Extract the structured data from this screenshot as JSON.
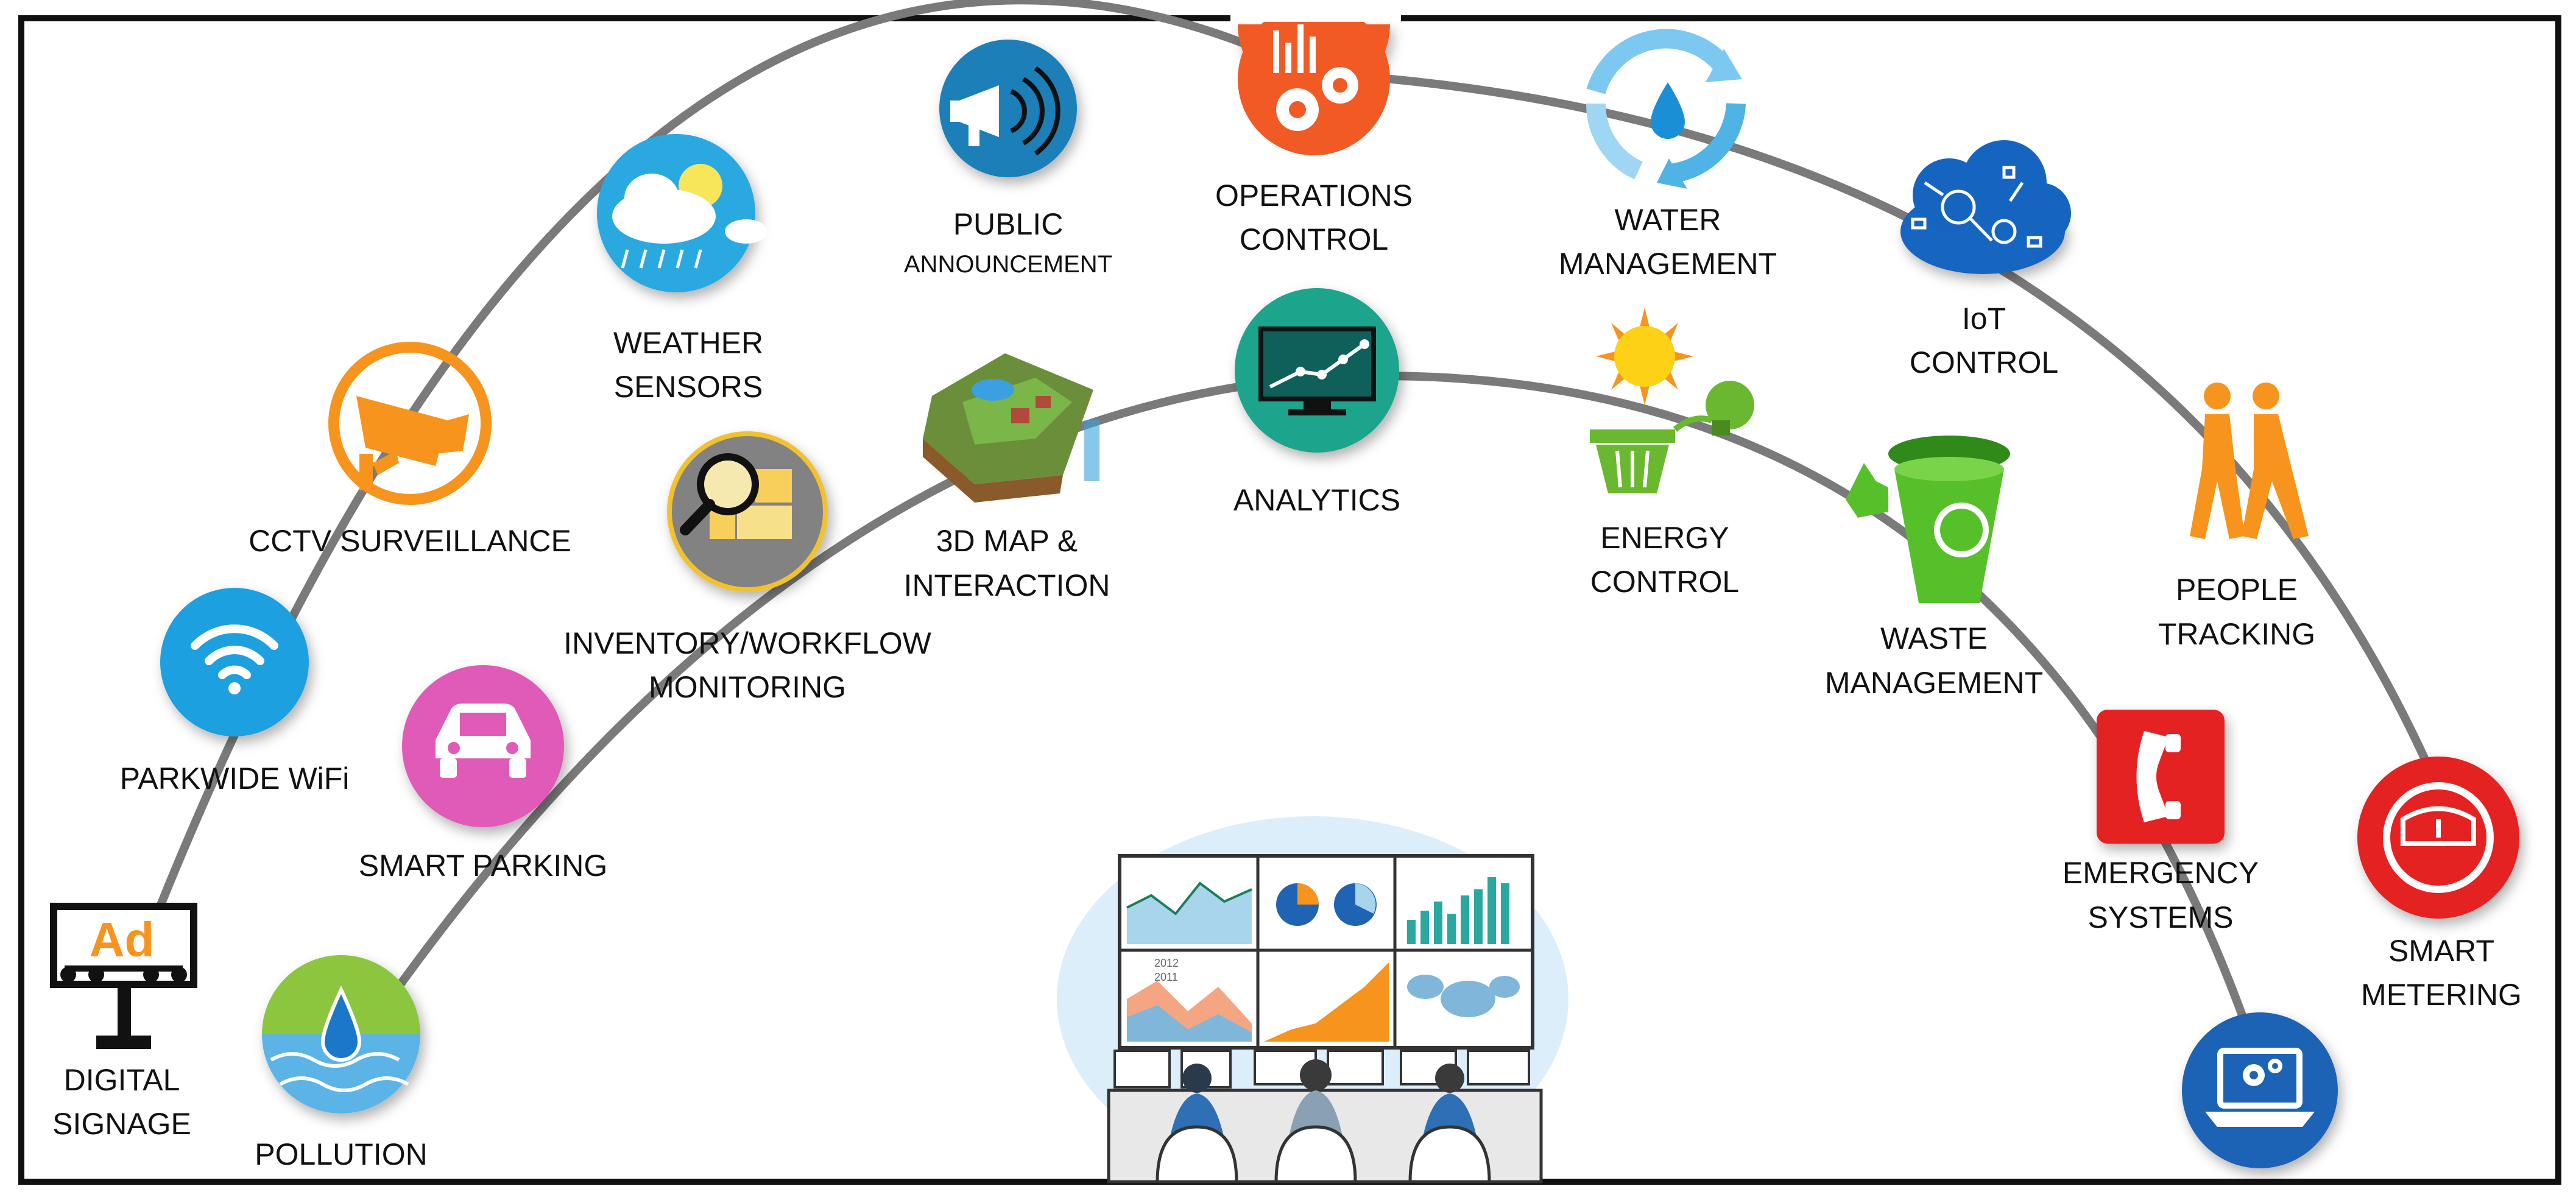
{
  "nodes": {
    "digital_signage": {
      "label1": "DIGITAL",
      "label2": "SIGNAGE",
      "ad_text": "Ad",
      "icon": "billboard-icon",
      "color": "#f7941d"
    },
    "pollution": {
      "label1": "POLLUTION",
      "icon": "water-drop-leaves-icon",
      "color": "#4aa3df"
    },
    "parkwide_wifi": {
      "label1": "PARKWIDE WiFi",
      "icon": "wifi-icon",
      "color": "#1fa0e0"
    },
    "smart_parking": {
      "label1": "SMART PARKING",
      "icon": "car-icon",
      "color": "#e05ab8"
    },
    "cctv": {
      "label1": "CCTV SURVEILLANCE",
      "icon": "cctv-camera-icon",
      "color": "#f7941d"
    },
    "inventory": {
      "label1": "INVENTORY/WORKFLOW",
      "label2": "MONITORING",
      "icon": "magnifier-boxes-icon",
      "color": "#f2c12e"
    },
    "weather": {
      "label1": "WEATHER",
      "label2": "SENSORS",
      "icon": "weather-cloud-sun-icon",
      "color": "#29a9e1"
    },
    "map3d": {
      "label1": "3D MAP &",
      "label2": "INTERACTION",
      "icon": "3d-map-island-icon",
      "color": "#5aa02c"
    },
    "public_announcement": {
      "label1": "PUBLIC",
      "label2": "ANNOUNCEMENT",
      "icon": "megaphone-icon",
      "color": "#1a7fb8"
    },
    "operations": {
      "label1": "OPERATIONS",
      "label2": "CONTROL",
      "icon": "gears-chart-icon",
      "color": "#f15a24"
    },
    "analytics": {
      "label1": "ANALYTICS",
      "icon": "line-chart-monitor-icon",
      "color": "#1aa58c"
    },
    "water": {
      "label1": "WATER",
      "label2": "MANAGEMENT",
      "icon": "water-cycle-icon",
      "color": "#4fb3e6"
    },
    "energy": {
      "label1": "ENERGY",
      "label2": "CONTROL",
      "icon": "sun-bulb-bin-icon",
      "color": "#7ac943"
    },
    "iot": {
      "label1": "IoT",
      "label2": "CONTROL",
      "icon": "iot-cloud-icon",
      "color": "#1565c0"
    },
    "waste": {
      "label1": "WASTE",
      "label2": "MANAGEMENT",
      "icon": "recycle-bin-icon",
      "color": "#56c02b"
    },
    "people": {
      "label1": "PEOPLE",
      "label2": "TRACKING",
      "icon": "walking-people-icon",
      "color": "#f7941d"
    },
    "emergency": {
      "label1": "EMERGENCY",
      "label2": "SYSTEMS",
      "icon": "phone-icon",
      "color": "#e52421"
    },
    "metering": {
      "label1": "SMART",
      "label2": "METERING",
      "icon": "meter-gauge-icon",
      "color": "#e52421"
    },
    "laptop": {
      "icon": "laptop-settings-icon",
      "color": "#1f63b5"
    }
  },
  "control_room": {
    "icon": "control-room-illustration",
    "legend_2012": "2012",
    "legend_2011": "2011"
  },
  "colors": {
    "arc": "#7a7a7a",
    "frame": "#111111"
  }
}
